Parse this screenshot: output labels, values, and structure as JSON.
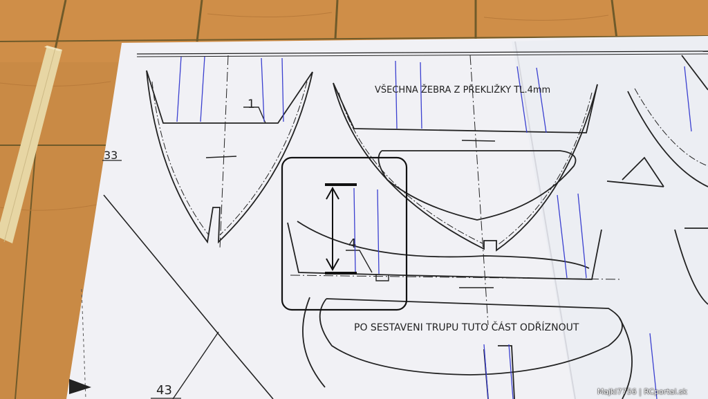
{
  "photo": {
    "subject": "paper building plan on wooden table"
  },
  "plan": {
    "heading": "VŠECHNA ŽEBRA Z PŘEKLIŽKY TL.4mm",
    "note": "PO SESTAVENI TRUPU TUTO ČÁST ODŘÍZNOUT",
    "labels": {
      "part_1": "1",
      "part_4": "4",
      "part_33": "33",
      "part_43": "43"
    }
  },
  "watermark": {
    "text": "Majkl7756 | RCportal.sk"
  },
  "colors": {
    "wood": "#c98a45",
    "paper": "#f3f3f6",
    "ink": "#222222",
    "blue_ink": "#3a3fd0",
    "annotation": "#111111"
  }
}
